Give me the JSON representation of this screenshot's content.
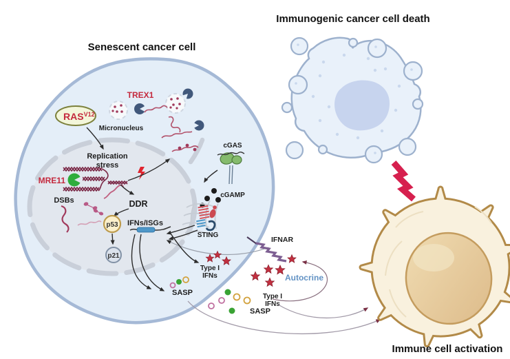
{
  "titles": {
    "senescent": "Senescent cancer cell",
    "death": "Immunogenic cancer cell death",
    "immune": "Immune cell activation"
  },
  "nucleus": {
    "ras": "RAS",
    "ras_sup": "V12",
    "trex1": "TREX1",
    "micronucleus": "Micronucleus",
    "replication": [
      "Replication",
      "stress"
    ],
    "mre11": "MRE11",
    "dsbs": "DSBs",
    "ddr": "DDR",
    "p53": "p53",
    "p21": "p21",
    "gene": "IFNs/ISGs"
  },
  "cytoplasm": {
    "cgas": "cGAS",
    "cgamp": "cGAMP",
    "sting": "STING",
    "type1": [
      "Type I",
      "IFNs"
    ],
    "sasp": "SASP"
  },
  "extracellular": {
    "type1": [
      "Type I",
      "IFNs"
    ],
    "sasp": "SASP",
    "ifnar": "IFNAR",
    "autocrine": "Autocrine"
  },
  "colors": {
    "red_label": "#c4293d",
    "star": "#c23040",
    "mre11_pacman": "#2fad3c",
    "trex1_pacman": "#41587b",
    "cell_membrane": "#a5b9d6",
    "cell_fill": "#e4eef8",
    "nucleus_fill": "#e4e8ee",
    "immune_border": "#b28a48",
    "immune_fill": "#f9f1de",
    "lightning": "#d6204e",
    "autocrine_text": "#6292c4",
    "gene_bar": "#4e97c8",
    "sasp_green": "#3aa334",
    "sasp_tan": "#d2a23e",
    "sasp_pink": "#c070a0",
    "ifnar": "#7d5f92"
  }
}
